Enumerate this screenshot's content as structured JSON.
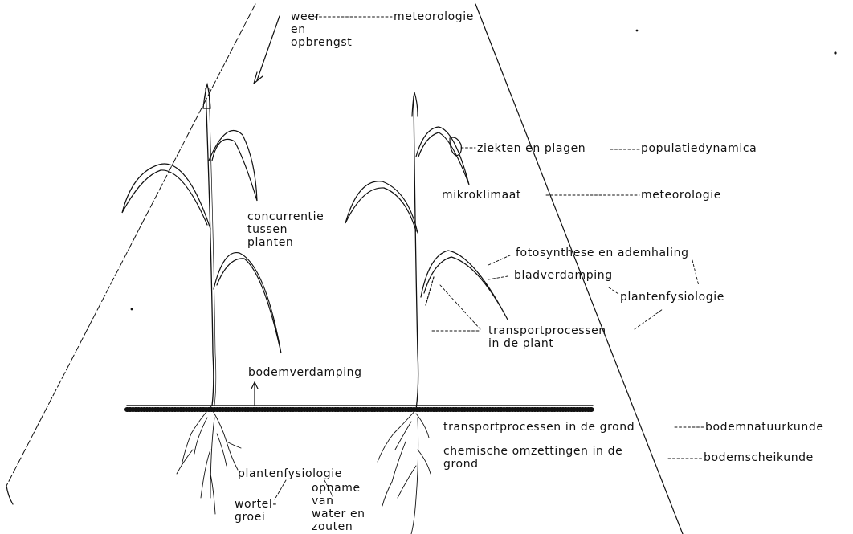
{
  "labels": {
    "weather_yield": "weer\nen\nopbrengst",
    "meteorology_top": "meteorologie",
    "diseases": "ziekten en plagen",
    "population_dynamics": "populatiedynamica",
    "microclimate": "mikroklimaat",
    "meteorology_mid": "meteorologie",
    "competition": "concurrentie\ntussen\nplanten",
    "photosynthesis": "fotosynthese en ademhaling",
    "leaf_transpiration": "bladverdamping",
    "plant_physiology_right": "plantenfysiologie",
    "transport_plant": "transportprocessen\nin de plant",
    "soil_evaporation": "bodemverdamping",
    "transport_soil": "transportprocessen in de grond",
    "soil_physics": "bodemnatuurkunde",
    "chemical_conversions": "chemische omzettingen in de\ngrond",
    "soil_chemistry": "bodemscheikunde",
    "plant_physiology_left": "plantenfysiologie",
    "root_growth": "wortel-\ngroei",
    "uptake": "opname\nvan\nwater en\nzouten"
  }
}
